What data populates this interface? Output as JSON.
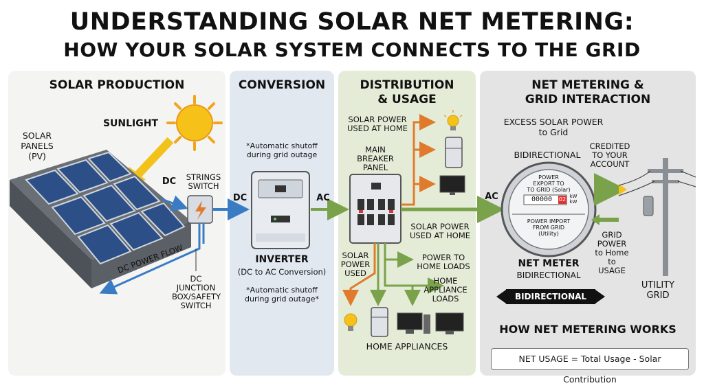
{
  "title": {
    "line1": "UNDERSTANDING SOLAR NET METERING:",
    "line2": "HOW YOUR SOLAR SYSTEM CONNECTS TO THE GRID"
  },
  "sections": {
    "production": "SOLAR PRODUCTION",
    "conversion": "CONVERSION",
    "distribution_l1": "DISTRIBUTION",
    "distribution_l2": "& USAGE",
    "net_l1": "NET METERING &",
    "net_l2": "GRID INTERACTION"
  },
  "production": {
    "sunlight": "SUNLIGHT",
    "panels_l1": "SOLAR",
    "panels_l2": "PANELS",
    "panels_l3": "(PV)",
    "dc_top": "DC",
    "strings_l1": "STRINGS",
    "strings_l2": "SWITCH",
    "dc_flow": "DC POWER FLOW",
    "junction_l1": "DC",
    "junction_l2": "JUNCTION",
    "junction_l3": "BOX/SAFETY",
    "junction_l4": "SWITCH"
  },
  "conversion": {
    "shutoff_top_l1": "*Automatic shutoff",
    "shutoff_top_l2": "during grid outage",
    "dc_in": "DC",
    "ac_out": "AC",
    "inverter": "INVERTER",
    "inverter_sub": "(DC to AC Conversion)",
    "shutoff_bot_l1": "*Automatic shutoff",
    "shutoff_bot_l2": "during grid outage*"
  },
  "distribution": {
    "used_home_top_l1": "SOLAR POWER",
    "used_home_top_l2": "USED AT HOME",
    "breaker_l1": "MAIN",
    "breaker_l2": "BREAKER",
    "breaker_l3": "PANEL",
    "used_home_mid_l1": "SOLAR POWER",
    "used_home_mid_l2": "USED AT HOME",
    "used_l1": "SOLAR",
    "used_l2": "POWER",
    "used_l3": "USED",
    "home_loads_l1": "POWER TO",
    "home_loads_l2": "HOME LOADS",
    "appliance_loads_l1": "HOME",
    "appliance_loads_l2": "APPLIANCE",
    "appliance_loads_l3": "LOADS",
    "home_appliances": "HOME APPLIANCES",
    "ac": "AC"
  },
  "net": {
    "excess_l1": "EXCESS SOLAR POWER",
    "excess_l2": "to Grid",
    "bidirectional_top": "BIDIRECTIONAL",
    "credited_l1": "CREDITED",
    "credited_l2": "TO YOUR",
    "credited_l3": "ACCOUNT",
    "meter_export_l1": "POWER",
    "meter_export_l2": "EXPORT TO",
    "meter_export_l3": "TO GRID (Solar)",
    "meter_digits": "00000",
    "meter_red": "02",
    "meter_unit1": "kW",
    "meter_unit2": "kW",
    "meter_import_l1": "POWER IMPORT",
    "meter_import_l2": "FROM GRID",
    "meter_import_l3": "(Utility)",
    "grid_power_l1": "GRID",
    "grid_power_l2": "POWER",
    "grid_power_l3": "to Home",
    "grid_power_l4": "to",
    "grid_power_l5": "USAGE",
    "net_meter": "NET METER",
    "net_meter_sub": "BIDIRECTIONAL",
    "bidi_bar": "BIDIRECTIONAL",
    "utility_l1": "UTILITY",
    "utility_l2": "GRID",
    "how_works": "HOW NET METERING WORKS",
    "formula": "NET USAGE = Total Usage - Solar Contribution"
  },
  "colors": {
    "dc_blue": "#3a7cc4",
    "ac_green": "#7aa24a",
    "orange": "#e07b2e",
    "yellow": "#f2c21b",
    "sun": "#f6c21a"
  }
}
